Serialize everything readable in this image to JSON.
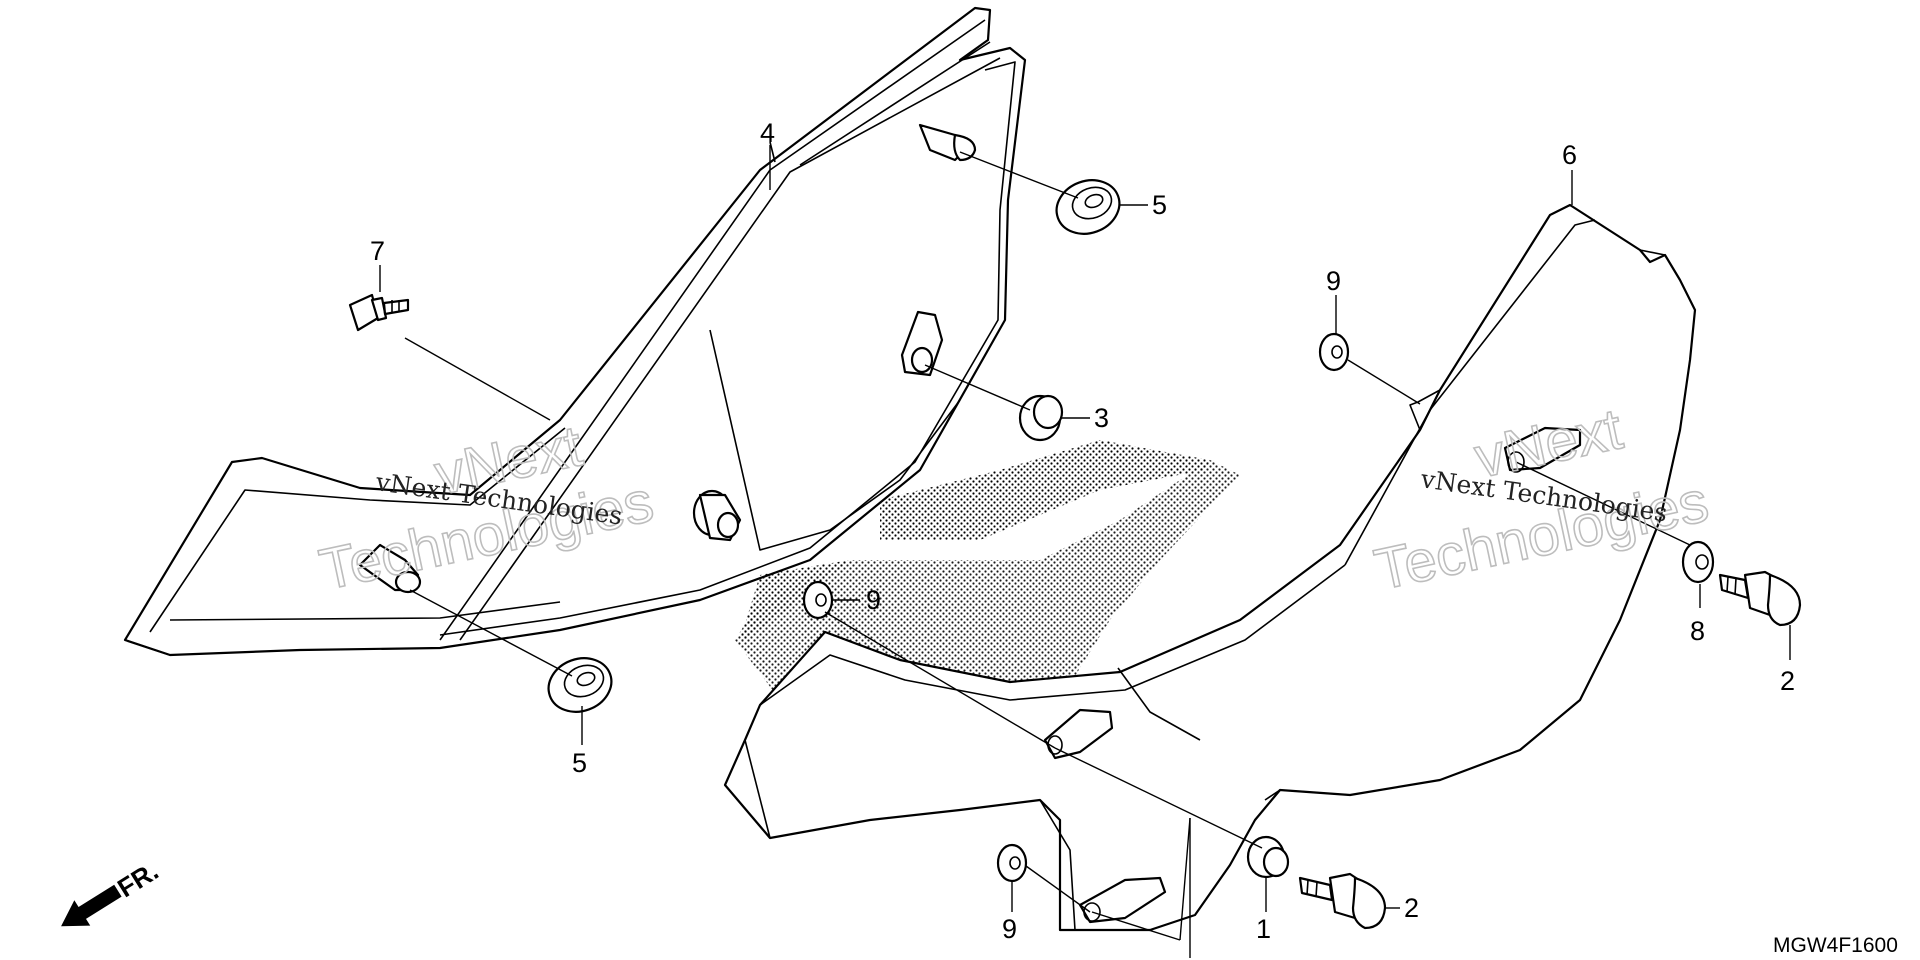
{
  "diagram": {
    "code": "MGW4F1600",
    "front_label": "FR.",
    "watermark": {
      "brand_top": "vNext",
      "brand_bottom": "Technologies",
      "line": "vNext Technologies"
    },
    "callouts": {
      "c1": "1",
      "c2a": "2",
      "c2b": "2",
      "c3": "3",
      "c4": "4",
      "c5a": "5",
      "c5b": "5",
      "c6": "6",
      "c7": "7",
      "c8": "8",
      "c9a": "9",
      "c9b": "9",
      "c9c": "9"
    }
  }
}
